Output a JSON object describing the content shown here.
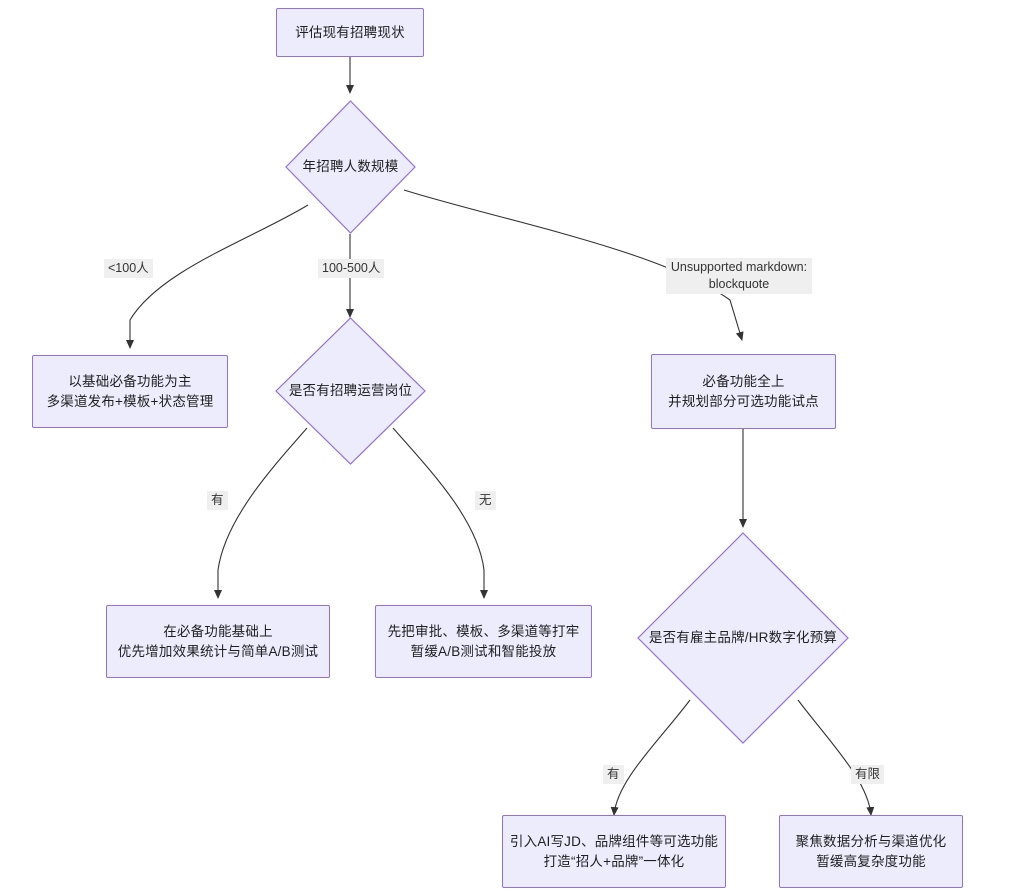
{
  "diagram": {
    "type": "flowchart",
    "direction": "top-down",
    "theme": {
      "node_fill": "#ECECFD",
      "node_border": "#9370DB",
      "edge_stroke": "#333333",
      "edge_label_bg": "#EFEFEF",
      "text_color": "#1f1f1f",
      "background": "#FFFFFF"
    },
    "nodes": [
      {
        "id": "n-assess",
        "shape": "rect",
        "lines": [
          "评估现有招聘现状"
        ]
      },
      {
        "id": "n-scale",
        "shape": "diamond",
        "lines": [
          "年招聘人数规模"
        ]
      },
      {
        "id": "n-basic",
        "shape": "rect",
        "lines": [
          "以基础必备功能为主",
          "多渠道发布+模板+状态管理"
        ]
      },
      {
        "id": "n-ops-role",
        "shape": "diamond",
        "lines": [
          "是否有招聘运营岗位"
        ]
      },
      {
        "id": "n-full",
        "shape": "rect",
        "lines": [
          "必备功能全上",
          "并规划部分可选功能试点"
        ]
      },
      {
        "id": "n-stats",
        "shape": "rect",
        "lines": [
          "在必备功能基础上",
          "优先增加效果统计与简单A/B测试"
        ]
      },
      {
        "id": "n-solid",
        "shape": "rect",
        "lines": [
          "先把审批、模板、多渠道等打牢",
          "暂缓A/B测试和智能投放"
        ]
      },
      {
        "id": "n-budget",
        "shape": "diamond",
        "lines": [
          "是否有雇主品牌/HR数字化预算"
        ]
      },
      {
        "id": "n-ai",
        "shape": "rect",
        "lines": [
          "引入AI写JD、品牌组件等可选功能",
          "打造“招人+品牌”一体化"
        ]
      },
      {
        "id": "n-focus",
        "shape": "rect",
        "lines": [
          "聚焦数据分析与渠道优化",
          "暂缓高复杂度功能"
        ]
      }
    ],
    "edges": [
      {
        "id": "e1",
        "from": "n-assess",
        "to": "n-scale",
        "label": ""
      },
      {
        "id": "e2",
        "from": "n-scale",
        "to": "n-basic",
        "label": "<100人"
      },
      {
        "id": "e3",
        "from": "n-scale",
        "to": "n-ops-role",
        "label": "100-500人"
      },
      {
        "id": "e4",
        "from": "n-scale",
        "to": "n-full",
        "label": "Unsupported markdown:\nblockquote"
      },
      {
        "id": "e5",
        "from": "n-ops-role",
        "to": "n-stats",
        "label": "有"
      },
      {
        "id": "e6",
        "from": "n-ops-role",
        "to": "n-solid",
        "label": "无"
      },
      {
        "id": "e7",
        "from": "n-full",
        "to": "n-budget",
        "label": ""
      },
      {
        "id": "e8",
        "from": "n-budget",
        "to": "n-ai",
        "label": "有"
      },
      {
        "id": "e9",
        "from": "n-budget",
        "to": "n-focus",
        "label": "有限"
      }
    ],
    "edge_labels": {
      "lt_100": "<100人",
      "mid_range": "100-500人",
      "unsupported": "Unsupported markdown:\nblockquote",
      "has_ops": "有",
      "no_ops": "无",
      "has_budget": "有",
      "limited_budget": "有限"
    },
    "node_text": {
      "assess": "评估现有招聘现状",
      "scale": "年招聘人数规模",
      "basic_l1": "以基础必备功能为主",
      "basic_l2": "多渠道发布+模板+状态管理",
      "ops_role": "是否有招聘运营岗位",
      "full_l1": "必备功能全上",
      "full_l2": "并规划部分可选功能试点",
      "stats_l1": "在必备功能基础上",
      "stats_l2": "优先增加效果统计与简单A/B测试",
      "solid_l1": "先把审批、模板、多渠道等打牢",
      "solid_l2": "暂缓A/B测试和智能投放",
      "budget": "是否有雇主品牌/HR数字化预算",
      "ai_l1": "引入AI写JD、品牌组件等可选功能",
      "ai_l2": "打造“招人+品牌”一体化",
      "focus_l1": "聚焦数据分析与渠道优化",
      "focus_l2": "暂缓高复杂度功能"
    }
  }
}
